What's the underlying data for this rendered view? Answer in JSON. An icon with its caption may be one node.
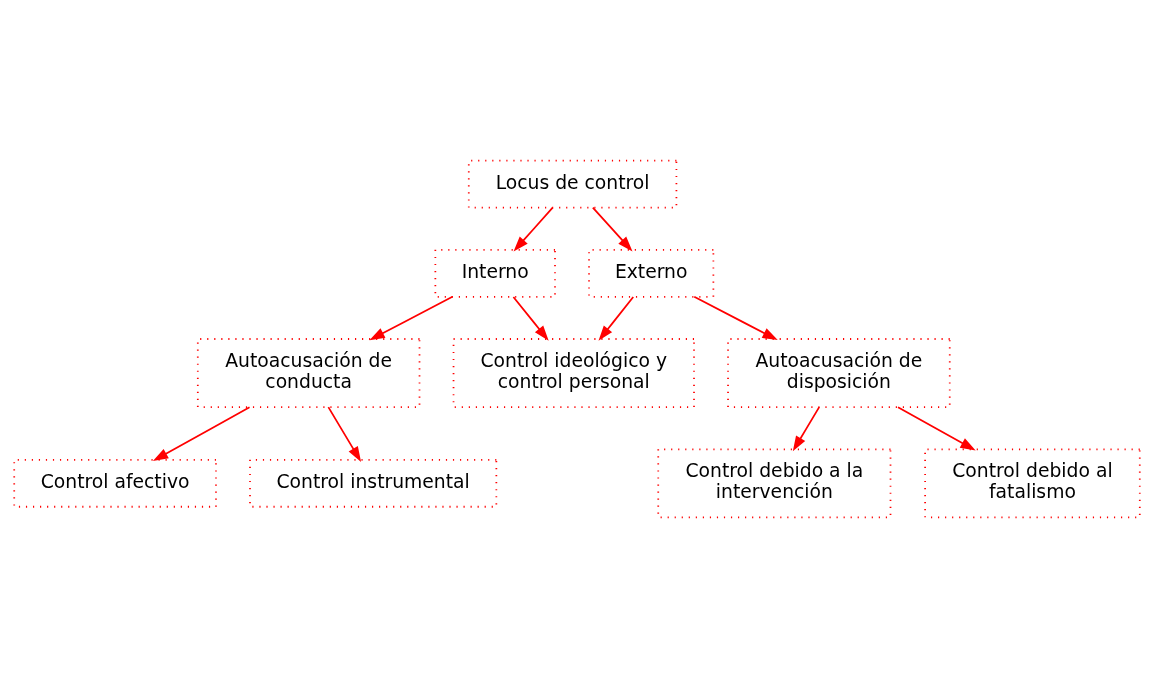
{
  "diagram": {
    "nodes": [
      {
        "text": [
          "Locus de control"
        ]
      },
      {
        "text": [
          "Interno"
        ]
      },
      {
        "text": [
          "Externo"
        ]
      },
      {
        "text": [
          "Autoacusación de conducta"
        ]
      },
      {
        "text": [
          "Autoacusación de disposición"
        ]
      },
      {
        "text": [
          "Control afectivo"
        ]
      },
      {
        "text": [
          "Control instrumental"
        ]
      },
      {
        "text": [
          "Control debido a la intervención"
        ]
      },
      {
        "text": [
          "Control debido al fatalismo"
        ]
      },
      {
        "text": [
          "Control ideológico y control personal"
        ]
      }
    ],
    "edges": [
      {
        "from": 0,
        "to": 1,
        "arrow": "to"
      },
      {
        "from": 0,
        "to": 2,
        "arrow": "to"
      },
      {
        "from": 1,
        "to": 3,
        "arrow": "to"
      },
      {
        "from": 2,
        "to": 4,
        "arrow": "to"
      },
      {
        "from": 3,
        "to": 5,
        "arrow": "to"
      },
      {
        "from": 3,
        "to": 6,
        "arrow": "to"
      },
      {
        "from": 4,
        "to": 7,
        "arrow": "to"
      },
      {
        "from": 4,
        "to": 8,
        "arrow": "to"
      },
      {
        "from": 1,
        "to": 9,
        "arrow": "to"
      },
      {
        "from": 2,
        "to": 9,
        "arrow": "to"
      }
    ]
  }
}
